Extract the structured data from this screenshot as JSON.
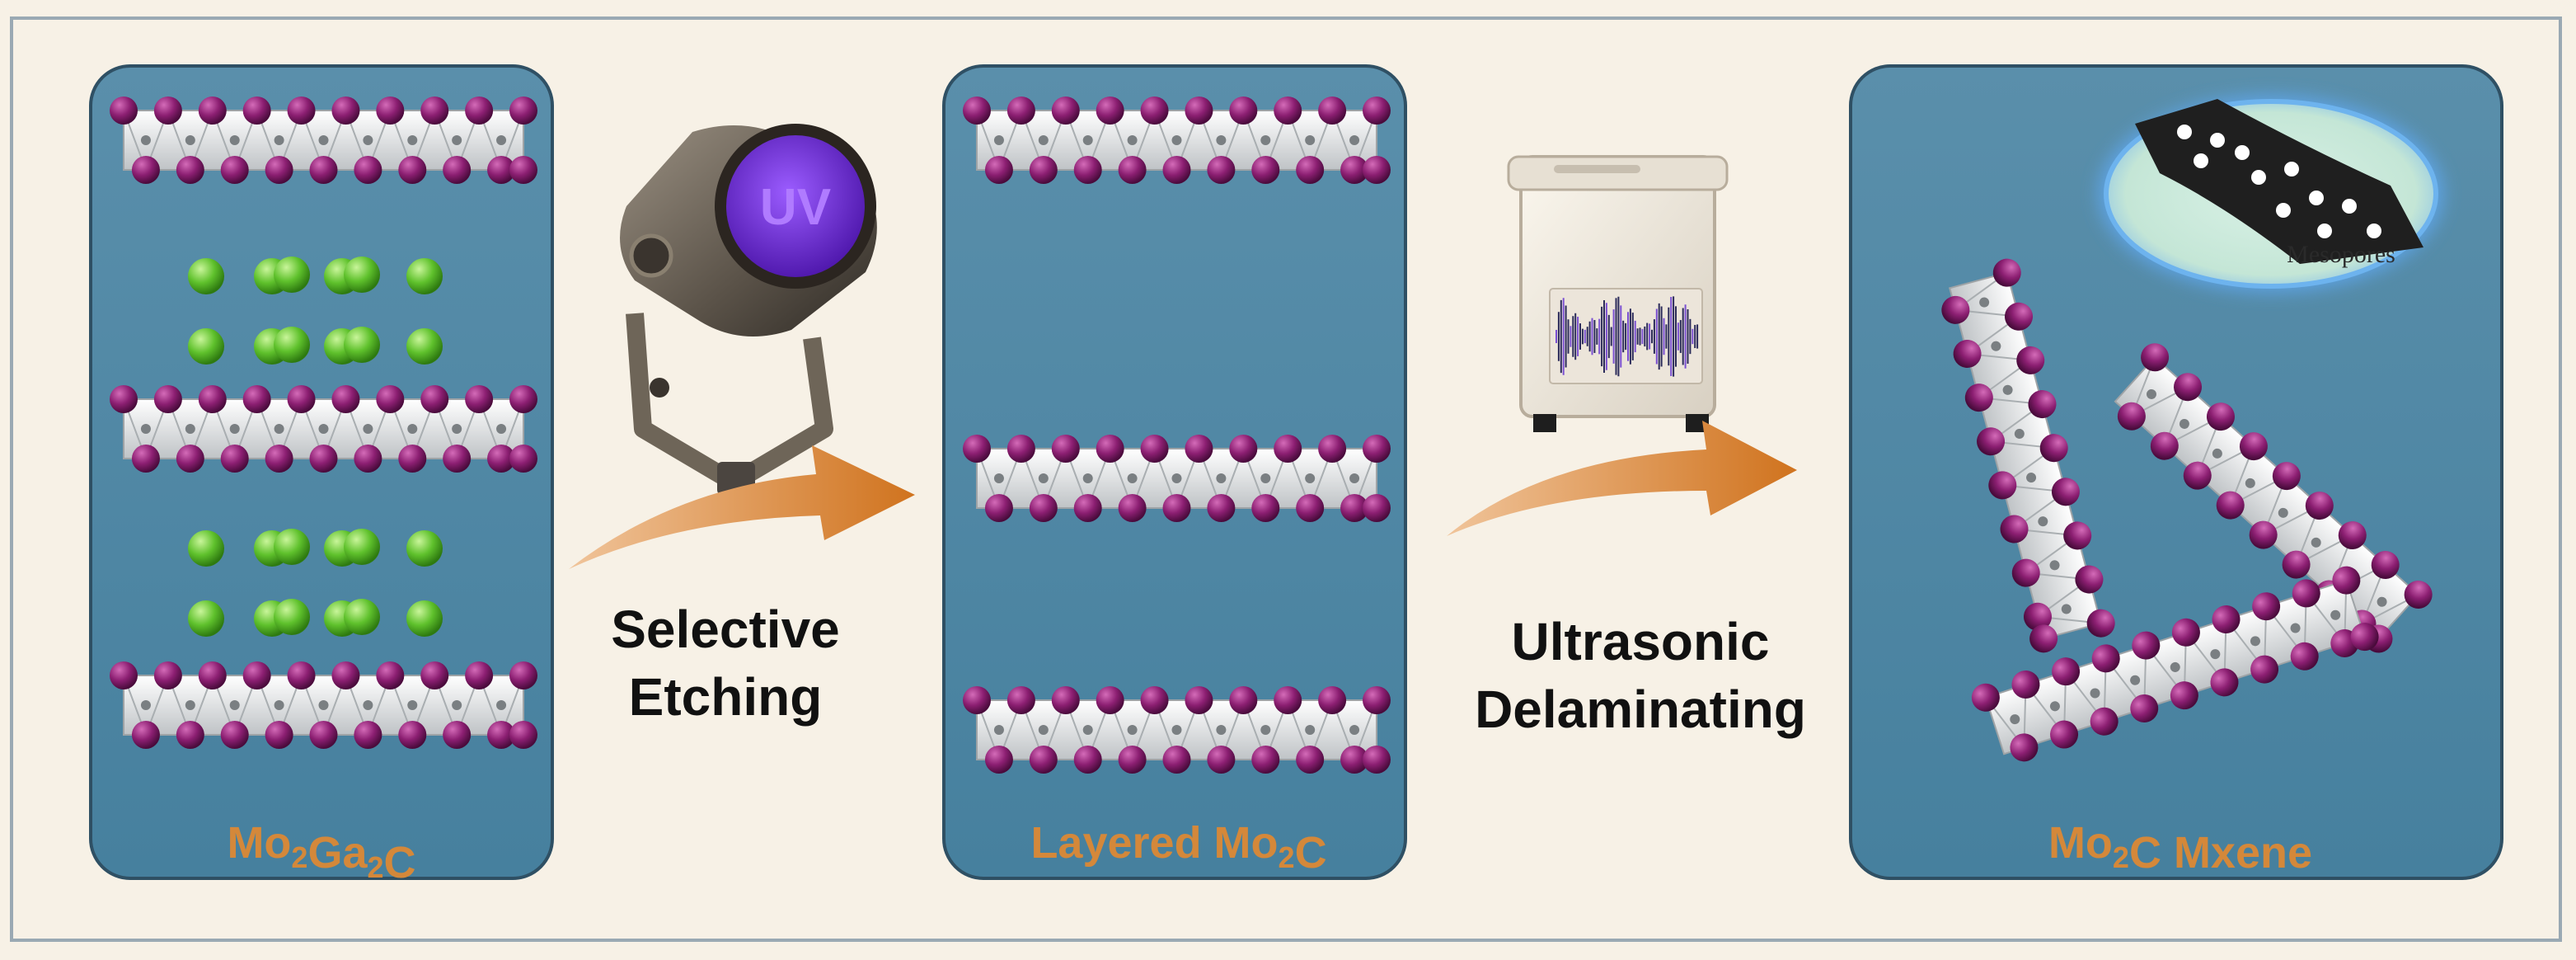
{
  "colors": {
    "background": "#f7f1e6",
    "frame_border": "#9aa9b3",
    "panel_fill": "#4f86a3",
    "panel_border": "#2f5064",
    "mo_atom": "#8c1f72",
    "ga_atom": "#5fc12c",
    "octahedra": "#e6e6e6",
    "arrow": "#d9842c",
    "label_orange": "#d4883a",
    "step_text": "#111111",
    "uv_lens": "#6c2bd9",
    "bubble_fill": "#cfeadb",
    "bubble_glow": "#5fa4e6",
    "sheet": "#1f1f1f"
  },
  "panels": [
    {
      "id": "mo2ga2c",
      "label_html": "Mo<tspan baseline-shift=\"sub\" font-size=\"34\">2</tspan>Ga<tspan baseline-shift=\"sub\" font-size=\"34\">2</tspan>C",
      "label": [
        "Mo",
        "2",
        "Ga",
        "2",
        "C"
      ]
    },
    {
      "id": "layered",
      "label": [
        "Layered Mo",
        "2",
        "C"
      ]
    },
    {
      "id": "mxene",
      "label": [
        "Mo",
        "2",
        "C Mxene"
      ]
    }
  ],
  "steps": [
    {
      "id": "etching",
      "lines": [
        "Selective",
        "Etching"
      ],
      "icon": "uv-lamp-icon",
      "icon_text": "UV"
    },
    {
      "id": "delaminating",
      "lines": [
        "Ultrasonic",
        "Delaminating"
      ],
      "icon": "ultrasonic-bath-icon"
    }
  ],
  "inset": {
    "icon": "mesoporous-sheet-icon",
    "label": "Mesopores"
  }
}
